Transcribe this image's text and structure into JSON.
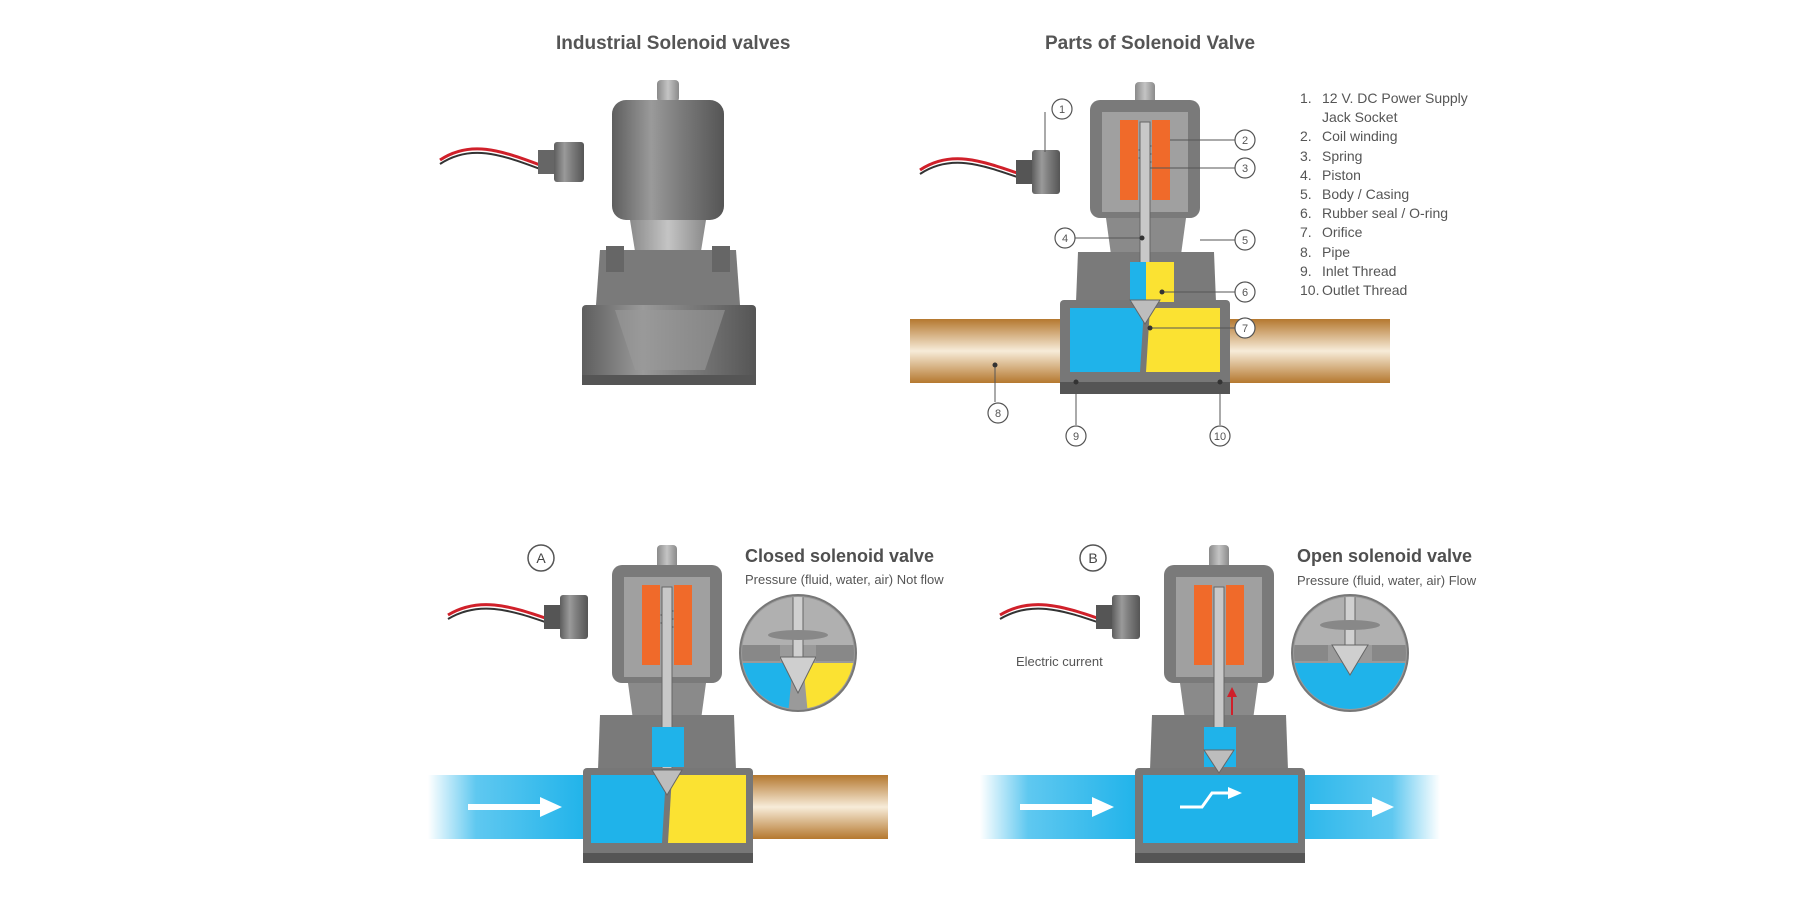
{
  "titles": {
    "industrial": "Industrial Solenoid valves",
    "parts": "Parts of Solenoid Valve"
  },
  "parts_legend": [
    {
      "num": "1.",
      "label": "12 V. DC Power Supply"
    },
    {
      "num": "",
      "label": "Jack Socket"
    },
    {
      "num": "2.",
      "label": "Coil winding"
    },
    {
      "num": "3.",
      "label": "Spring"
    },
    {
      "num": "4.",
      "label": "Piston"
    },
    {
      "num": "5.",
      "label": "Body / Casing"
    },
    {
      "num": "6.",
      "label": "Rubber seal / O-ring"
    },
    {
      "num": "7.",
      "label": "Orifice"
    },
    {
      "num": "8.",
      "label": "Pipe"
    },
    {
      "num": "9.",
      "label": "Inlet Thread"
    },
    {
      "num": "10.",
      "label": "Outlet Thread"
    }
  ],
  "callouts": [
    "1",
    "2",
    "3",
    "4",
    "5",
    "6",
    "7",
    "8",
    "9",
    "10"
  ],
  "panel_a": {
    "badge": "A",
    "heading": "Closed solenoid valve",
    "subheading": "Pressure (fluid, water, air) Not flow"
  },
  "panel_b": {
    "badge": "B",
    "heading": "Open solenoid valve",
    "subheading": "Pressure (fluid, water, air) Flow",
    "note": "Electric current"
  },
  "colors": {
    "metal_dark": "#6f6f6f",
    "metal_mid": "#8c8c8c",
    "metal_light": "#b3b3b3",
    "coil": "#f06a2a",
    "water": "#1fb3ea",
    "closed_side": "#fbe232",
    "pipe": "#c8914f",
    "wire_red": "#d0202a"
  }
}
